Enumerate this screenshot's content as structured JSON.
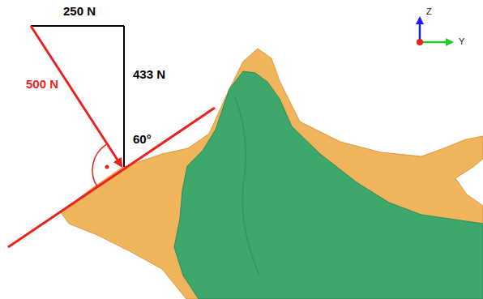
{
  "diagram": {
    "labels": [
      "250 N",
      "433 N",
      "500 N",
      "60°",
      "Z",
      "Y"
    ]
  }
}
